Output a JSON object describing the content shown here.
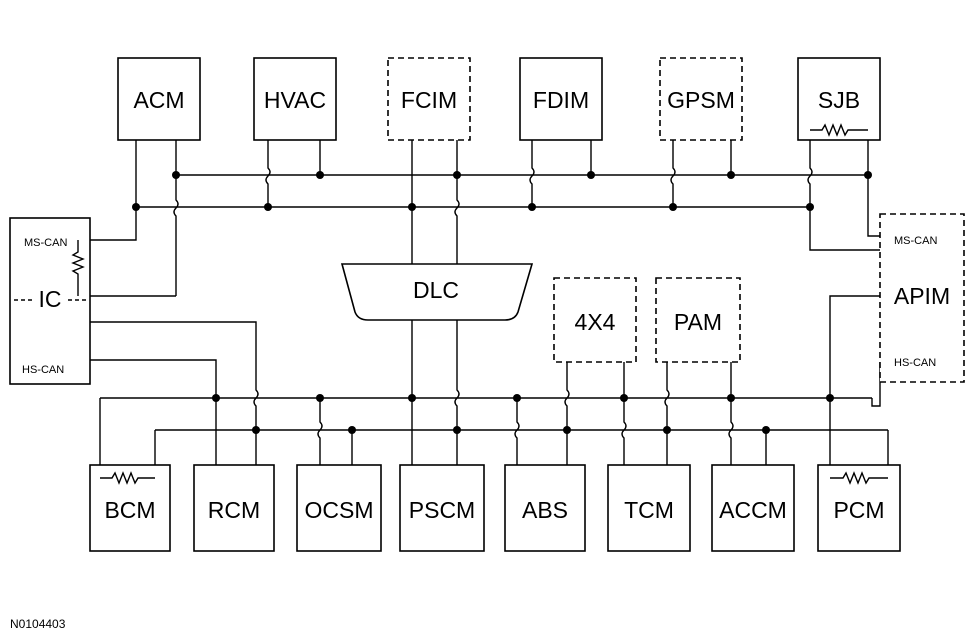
{
  "modules_top": [
    "ACM",
    "HVAC",
    "FCIM",
    "FDIM",
    "GPSM",
    "SJB"
  ],
  "modules_bottom": [
    "BCM",
    "RCM",
    "OCSM",
    "PSCM",
    "ABS",
    "TCM",
    "ACCM",
    "PCM"
  ],
  "modules_mid": [
    "4X4",
    "PAM"
  ],
  "dlc": "DLC",
  "ic": {
    "name": "IC",
    "ms_can": "MS-CAN",
    "hs_can": "HS-CAN"
  },
  "apim": {
    "name": "APIM",
    "ms_can": "MS-CAN",
    "hs_can": "HS-CAN"
  },
  "figure_id": "N0104403"
}
